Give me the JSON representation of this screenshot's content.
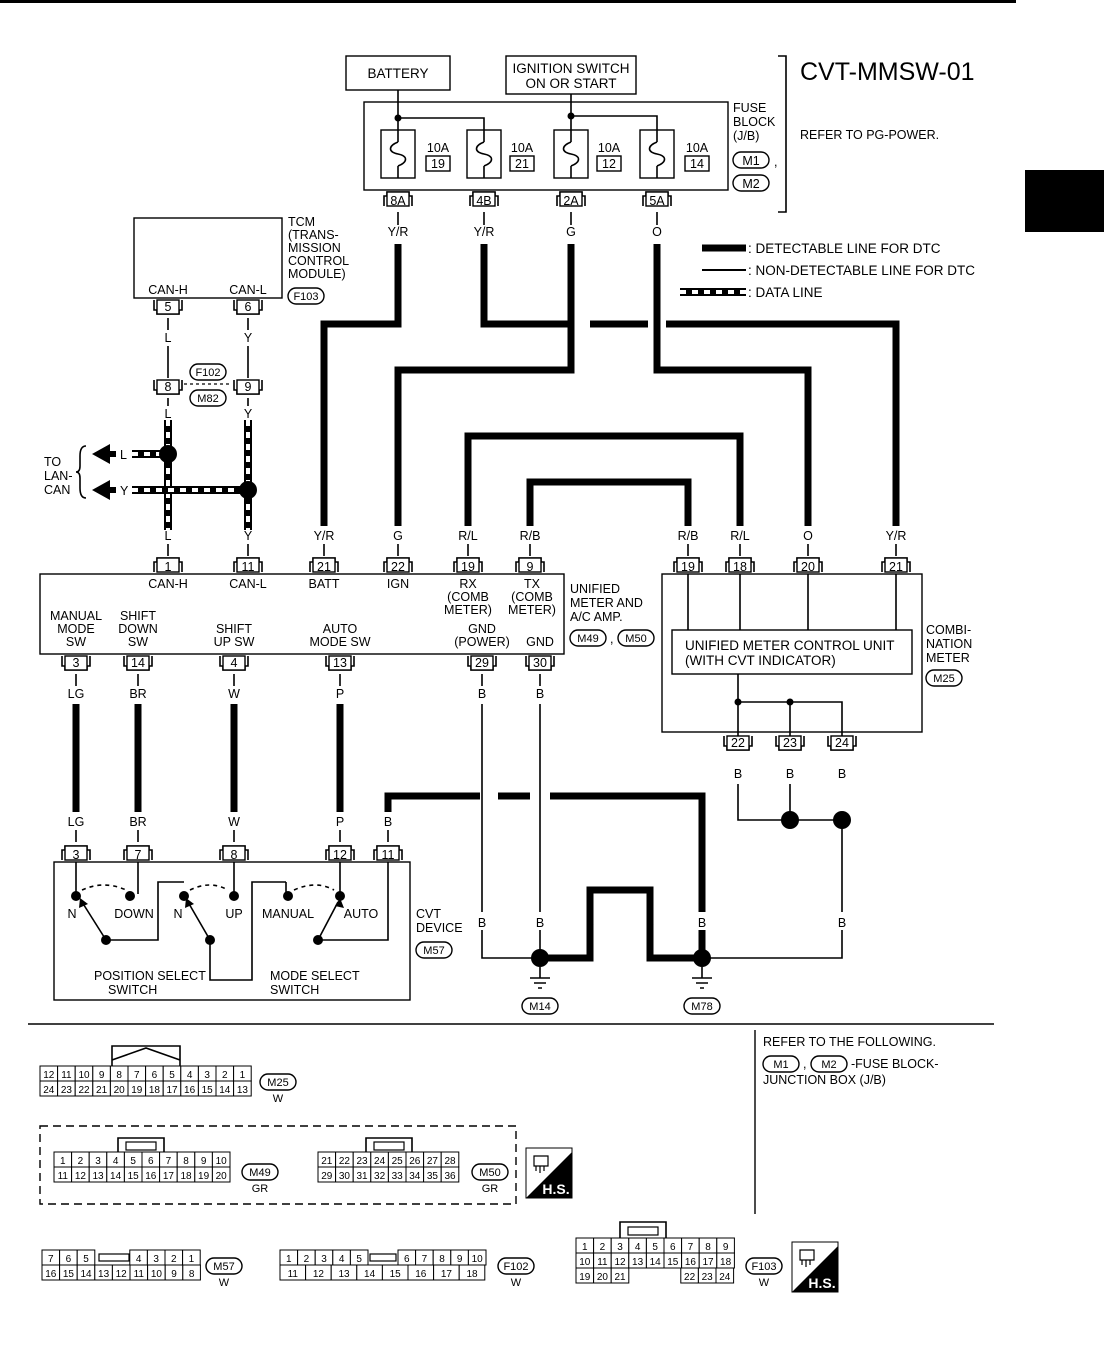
{
  "title": "CVT-MMSW-01",
  "battery": "BATTERY",
  "ignition": [
    "IGNITION SWITCH",
    "ON OR START"
  ],
  "fuse_block": {
    "label": [
      "FUSE",
      "BLOCK",
      "(J/B)"
    ],
    "connectors": [
      "M1",
      "M2"
    ],
    "refer": "REFER TO PG-POWER.",
    "fuses": [
      {
        "amp": "10A",
        "no": "19",
        "terminal": "8A",
        "wire": "Y/R"
      },
      {
        "amp": "10A",
        "no": "21",
        "terminal": "4B",
        "wire": "Y/R"
      },
      {
        "amp": "10A",
        "no": "12",
        "terminal": "2A",
        "wire": "G"
      },
      {
        "amp": "10A",
        "no": "14",
        "terminal": "5A",
        "wire": "O"
      }
    ]
  },
  "tcm": {
    "label": [
      "TCM",
      "(TRANS-",
      "MISSION",
      "CONTROL",
      "MODULE)"
    ],
    "connector": "F103",
    "pins": [
      {
        "name": "CAN-H",
        "no": "5",
        "wire": "L"
      },
      {
        "name": "CAN-L",
        "no": "6",
        "wire": "Y"
      }
    ]
  },
  "joint": {
    "pins": [
      "8",
      "9"
    ],
    "connectors": [
      "F102",
      "M82"
    ],
    "wires": [
      "L",
      "Y"
    ]
  },
  "lan": {
    "label": [
      "TO",
      "LAN-",
      "CAN"
    ],
    "wires": [
      "L",
      "Y"
    ]
  },
  "legend": {
    "detectable": ": DETECTABLE LINE FOR DTC",
    "nondetectable": ": NON-DETECTABLE LINE FOR DTC",
    "data": ": DATA LINE"
  },
  "unified_meter": {
    "label": [
      "UNIFIED",
      "METER AND",
      "A/C AMP."
    ],
    "connectors": [
      "M49",
      "M50"
    ],
    "top_pins": [
      {
        "no": "1",
        "wire": "L",
        "name": [
          "CAN-H"
        ]
      },
      {
        "no": "11",
        "wire": "Y",
        "name": [
          "CAN-L"
        ]
      },
      {
        "no": "21",
        "wire": "Y/R",
        "name": [
          "BATT"
        ]
      },
      {
        "no": "22",
        "wire": "G",
        "name": [
          "IGN"
        ]
      },
      {
        "no": "19",
        "wire": "R/L",
        "name": [
          "RX",
          "(COMB",
          "METER)"
        ]
      },
      {
        "no": "9",
        "wire": "R/B",
        "name": [
          "TX",
          "(COMB",
          "METER)"
        ]
      }
    ],
    "bottom_pins": [
      {
        "no": "3",
        "wire": "LG",
        "name": [
          "MANUAL",
          "MODE",
          "SW"
        ]
      },
      {
        "no": "14",
        "wire": "BR",
        "name": [
          "SHIFT",
          "DOWN",
          "SW"
        ]
      },
      {
        "no": "4",
        "wire": "W",
        "name": [
          "SHIFT",
          "UP SW"
        ]
      },
      {
        "no": "13",
        "wire": "P",
        "name": [
          "AUTO",
          "MODE SW"
        ]
      },
      {
        "no": "29",
        "wire": "B",
        "name": [
          "GND",
          "(POWER)"
        ]
      },
      {
        "no": "30",
        "wire": "B",
        "name": [
          "GND"
        ]
      }
    ]
  },
  "comb_meter": {
    "label": [
      "COMBI-",
      "NATION",
      "METER"
    ],
    "connector": "M25",
    "unit": [
      "UNIFIED METER CONTROL UNIT",
      "(WITH CVT INDICATOR)"
    ],
    "top_pins": [
      {
        "no": "19",
        "wire": "R/B"
      },
      {
        "no": "18",
        "wire": "R/L"
      },
      {
        "no": "20",
        "wire": "O"
      },
      {
        "no": "21",
        "wire": "Y/R"
      }
    ],
    "bottom_pins": [
      {
        "no": "22",
        "wire": "B"
      },
      {
        "no": "23",
        "wire": "B"
      },
      {
        "no": "24",
        "wire": "B"
      }
    ]
  },
  "cvt_device": {
    "label": [
      "CVT",
      "DEVICE"
    ],
    "connector": "M57",
    "pins": [
      {
        "no": "3",
        "wire": "LG"
      },
      {
        "no": "7",
        "wire": "BR"
      },
      {
        "no": "8",
        "wire": "W"
      },
      {
        "no": "12",
        "wire": "P"
      },
      {
        "no": "11",
        "wire": "B"
      }
    ],
    "positions": [
      "N",
      "DOWN",
      "N",
      "UP",
      "MANUAL",
      "AUTO"
    ],
    "switches": [
      [
        "POSITION SELECT",
        "SWITCH"
      ],
      [
        "MODE SELECT",
        "SWITCH"
      ]
    ]
  },
  "grounds": {
    "wire": "B",
    "points": [
      "M14",
      "M78"
    ]
  },
  "refer_following": [
    "REFER TO THE FOLLOWING.",
    "-FUSE BLOCK-",
    "JUNCTION BOX (J/B)"
  ],
  "connector_views": {
    "m25": {
      "id": "M25",
      "color": "W",
      "row1": [
        "12",
        "11",
        "10",
        "9",
        "8",
        "7",
        "6",
        "5",
        "4",
        "3",
        "2",
        "1"
      ],
      "row2": [
        "24",
        "23",
        "22",
        "21",
        "20",
        "19",
        "18",
        "17",
        "16",
        "15",
        "14",
        "13"
      ]
    },
    "m49": {
      "id": "M49",
      "color": "GR",
      "row1": [
        "1",
        "2",
        "3",
        "4",
        "5",
        "6",
        "7",
        "8",
        "9",
        "10"
      ],
      "row2": [
        "11",
        "12",
        "13",
        "14",
        "15",
        "16",
        "17",
        "18",
        "19",
        "20"
      ]
    },
    "m50": {
      "id": "M50",
      "color": "GR",
      "row1": [
        "21",
        "22",
        "23",
        "24",
        "25",
        "26",
        "27",
        "28"
      ],
      "row2": [
        "29",
        "30",
        "31",
        "32",
        "33",
        "34",
        "35",
        "36"
      ]
    },
    "m57": {
      "id": "M57",
      "color": "W",
      "row1": [
        "7",
        "6",
        "5",
        "4",
        "3",
        "2",
        "1"
      ],
      "row2": [
        "16",
        "15",
        "14",
        "13",
        "12",
        "11",
        "10",
        "9",
        "8"
      ]
    },
    "f102": {
      "id": "F102",
      "color": "W",
      "row1": [
        "1",
        "2",
        "3",
        "4",
        "5",
        "6",
        "7",
        "8",
        "9",
        "10"
      ],
      "row2": [
        "11",
        "12",
        "13",
        "14",
        "15",
        "16",
        "17",
        "18"
      ]
    },
    "f103": {
      "id": "F103",
      "color": "W",
      "row1": [
        "1",
        "2",
        "3",
        "4",
        "5",
        "6",
        "7",
        "8",
        "9"
      ],
      "row2": [
        "10",
        "11",
        "12",
        "13",
        "14",
        "15",
        "16",
        "17",
        "18"
      ],
      "row3": [
        "19",
        "20",
        "21",
        "22",
        "23",
        "24"
      ]
    },
    "hs": "H.S."
  }
}
